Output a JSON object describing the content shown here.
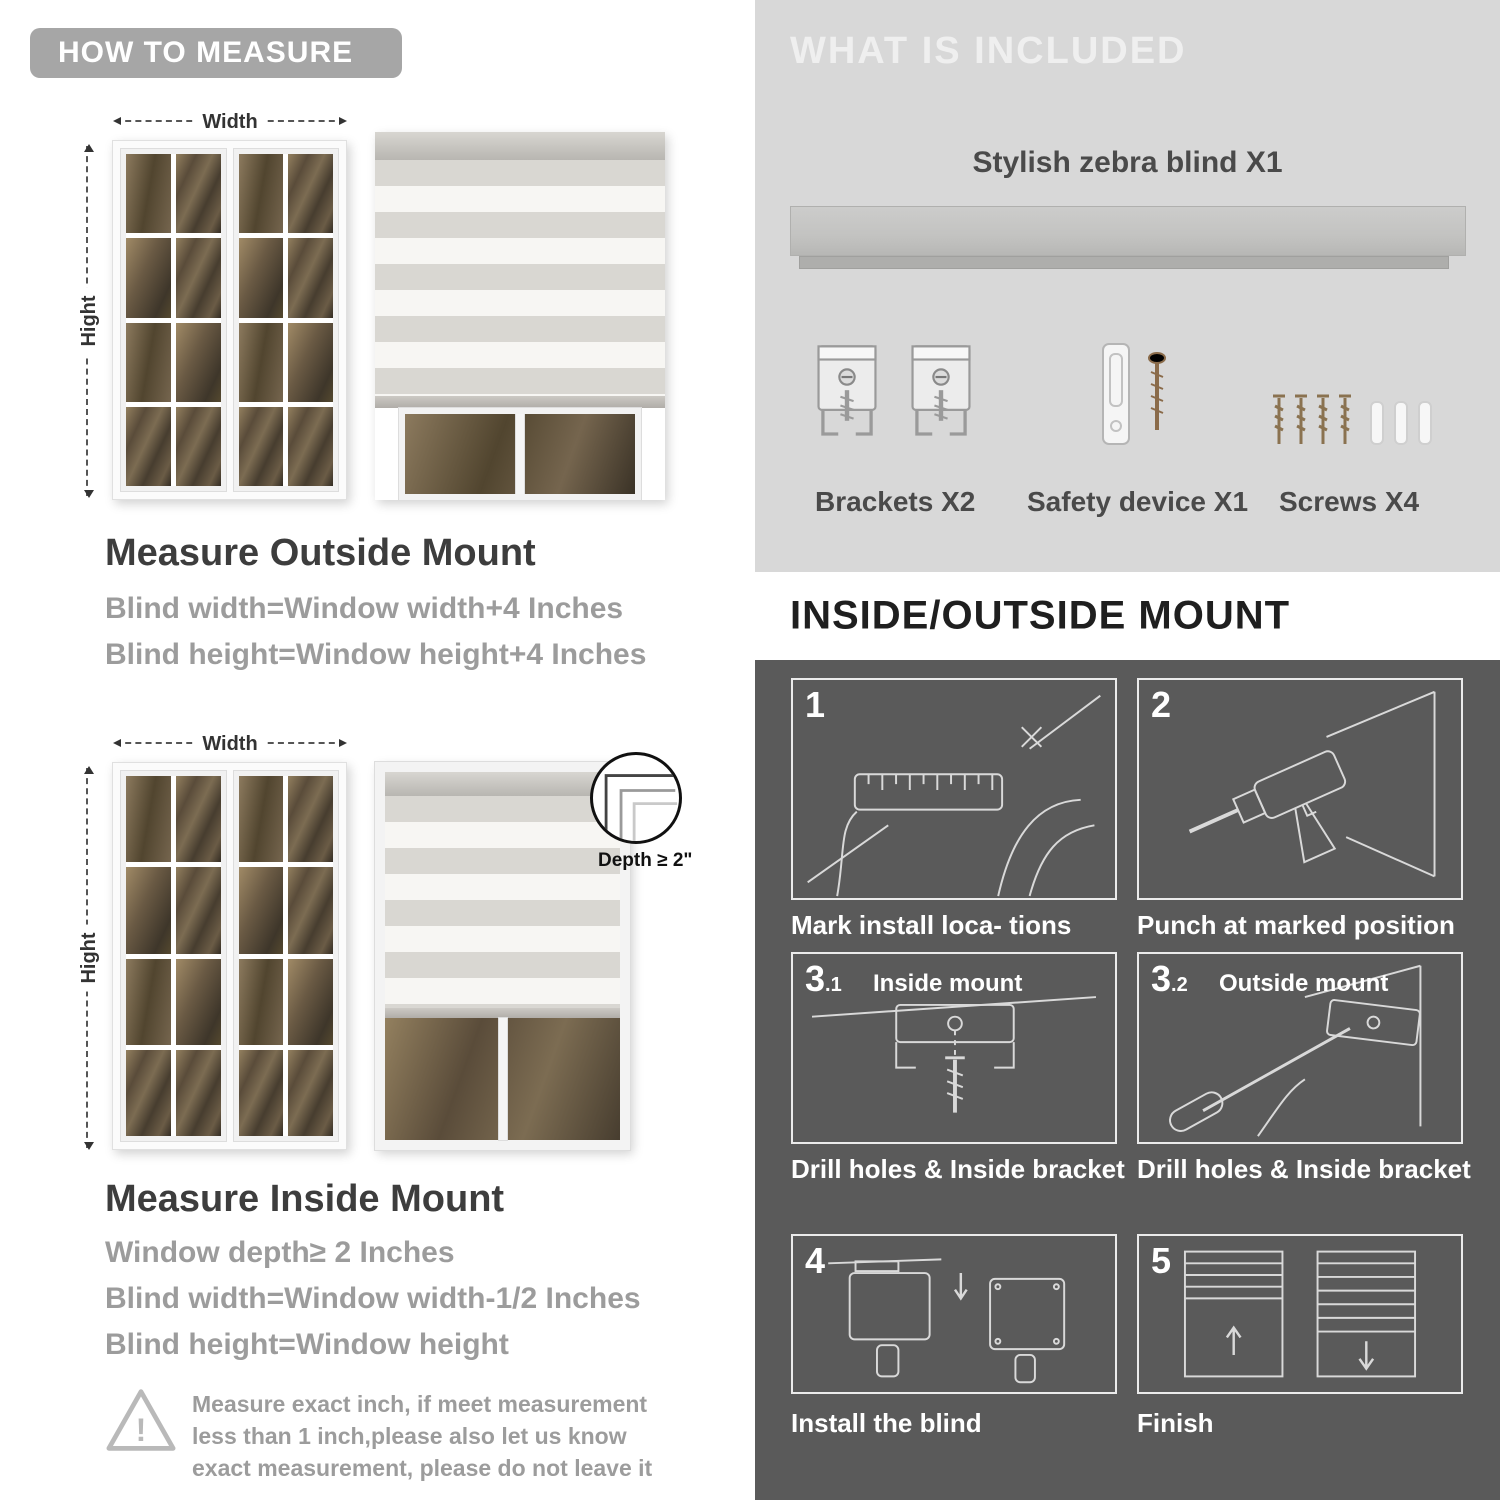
{
  "colors": {
    "header_pill": "#a6a6a6",
    "panel_light": "#d8d8d8",
    "panel_dark": "#5a5a5a",
    "text_gray": "#9c9c9c"
  },
  "left": {
    "title": "HOW TO MEASURE",
    "outside": {
      "width_label": "Width",
      "height_label": "Hight",
      "heading": "Measure Outside Mount",
      "line1": "Blind width=Window width+4 Inches",
      "line2": "Blind height=Window height+4 Inches"
    },
    "inside": {
      "width_label": "Width",
      "height_label": "Hight",
      "depth_label": "Depth ≥ 2\"",
      "heading": "Measure Inside Mount",
      "line1": "Window depth≥ 2 Inches",
      "line2": "Blind width=Window width-1/2 Inches",
      "line3": "Blind height=Window height"
    },
    "warning": {
      "text": "Measure exact inch, if meet measurement less than 1 inch,please also let us know exact measurement, please do not leave it"
    }
  },
  "included": {
    "title": "WHAT IS INCLUDED",
    "blind_label": "Stylish zebra blind X1",
    "items": [
      {
        "label": "Brackets X2"
      },
      {
        "label": "Safety device X1"
      },
      {
        "label": "Screws X4"
      }
    ]
  },
  "mount": {
    "title": "INSIDE/OUTSIDE MOUNT",
    "steps": [
      {
        "num": "1",
        "sub": "",
        "label": "",
        "caption": "Mark install loca- tions"
      },
      {
        "num": "2",
        "sub": "",
        "label": "",
        "caption": "Punch at  marked position"
      },
      {
        "num": "3",
        "sub": ".1",
        "label": "Inside mount",
        "caption": "Drill holes &  Inside bracket"
      },
      {
        "num": "3",
        "sub": ".2",
        "label": "Outside mount",
        "caption": "Drill holes &  Inside bracket"
      },
      {
        "num": "4",
        "sub": "",
        "label": "",
        "caption": "Install the blind"
      },
      {
        "num": "5",
        "sub": "",
        "label": "",
        "caption": "Finish"
      }
    ]
  }
}
